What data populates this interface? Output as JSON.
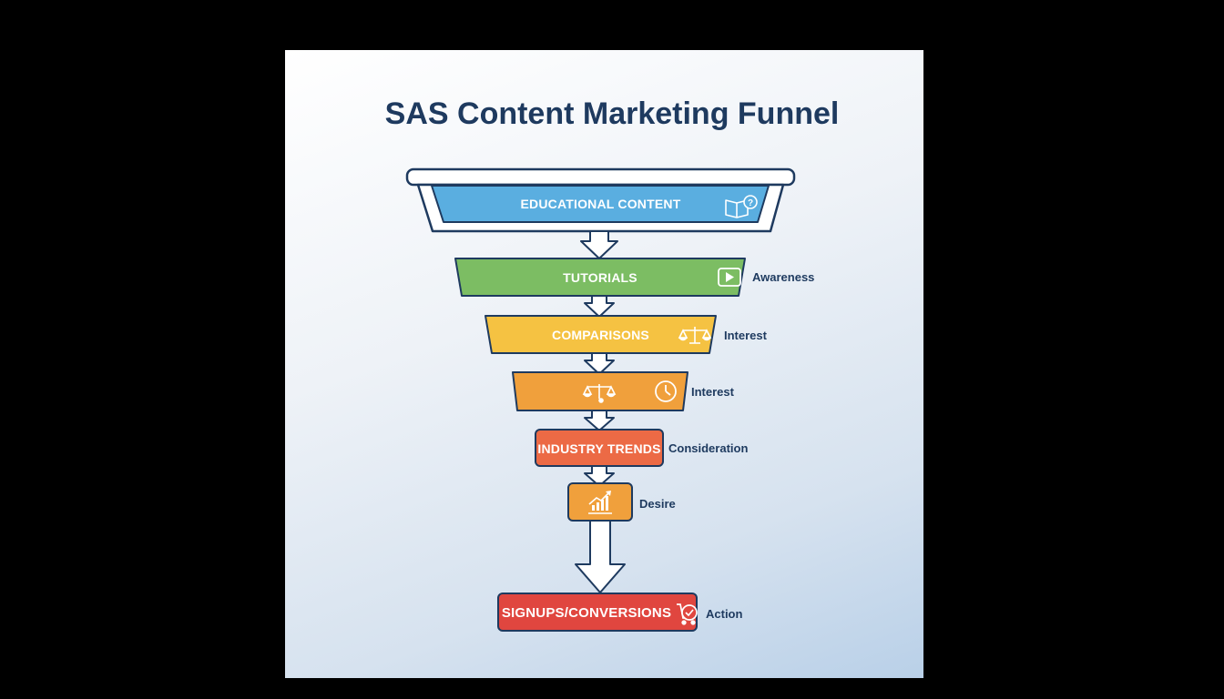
{
  "title": "SAS Content Marketing Funnel",
  "colors": {
    "title": "#1e3a5f",
    "outline": "#1e3a5f",
    "educational": "#5aaee0",
    "tutorials": "#7cbd63",
    "comparisons": "#f5c242",
    "interest_stage": "#f0a03c",
    "industry_trends": "#ec6a45",
    "desire_stage": "#f0a03c",
    "signups": "#e0463f"
  },
  "stages": [
    {
      "label": "EDUCATIONAL CONTENT",
      "icon": "book-question-icon",
      "side_label": ""
    },
    {
      "label": "TUTORIALS",
      "icon": "video-play-icon",
      "side_label": "Awareness"
    },
    {
      "label": "COMPARISONS",
      "icon": "balance-scale-icon",
      "side_label": "Interest"
    },
    {
      "label": "",
      "icon": "scale-clock-icon",
      "side_label": "Interest"
    },
    {
      "label": "INDUSTRY TRENDS",
      "icon": "",
      "side_label": "Consideration"
    },
    {
      "label": "",
      "icon": "growth-chart-icon",
      "side_label": "Desire"
    },
    {
      "label": "SIGNUPS/CONVERSIONS",
      "icon": "cart-check-icon",
      "side_label": "Action"
    }
  ]
}
